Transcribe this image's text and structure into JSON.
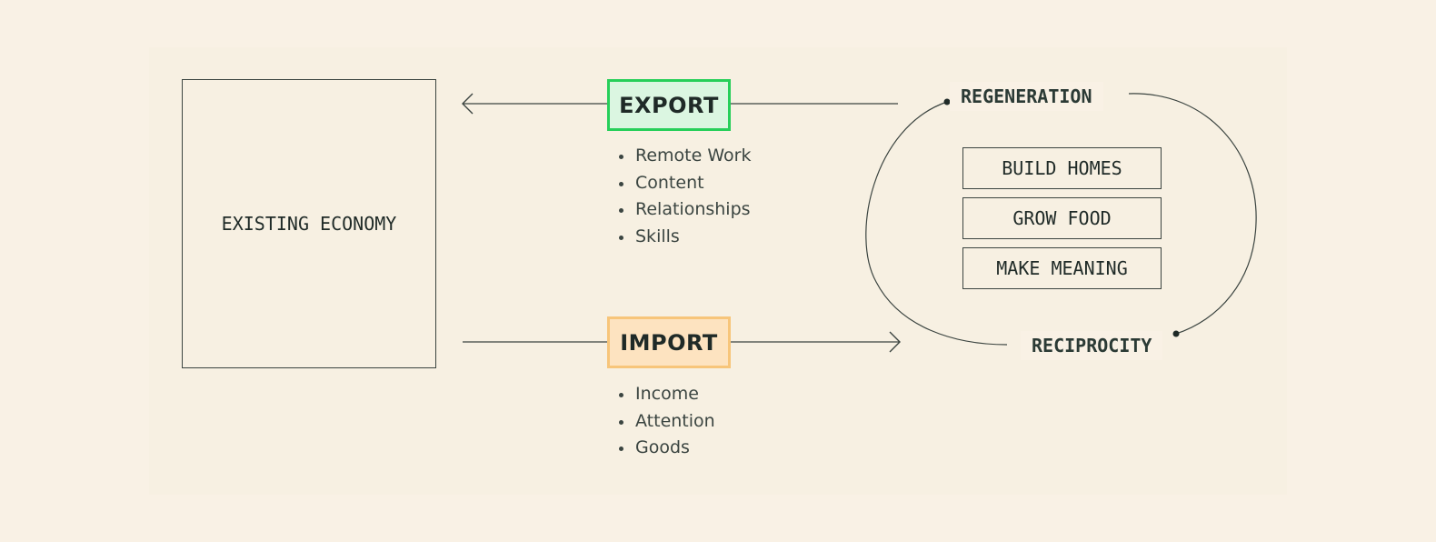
{
  "existing_economy": "EXISTING ECONOMY",
  "export": {
    "label": "EXPORT",
    "items": [
      "Remote Work",
      "Content",
      "Relationships",
      "Skills"
    ]
  },
  "import": {
    "label": "IMPORT",
    "items": [
      "Income",
      "Attention",
      "Goods"
    ]
  },
  "cycle": {
    "top_label": "REGENERATION",
    "bottom_label": "RECIPROCITY",
    "actions": [
      "BUILD HOMES",
      "GROW FOOD",
      "MAKE MEANING"
    ]
  },
  "colors": {
    "export_border": "#27cf5a",
    "export_fill": "#dbf6e1",
    "import_border": "#f7c57a",
    "import_fill": "#fde3c0",
    "background": "#f9f1e5"
  }
}
